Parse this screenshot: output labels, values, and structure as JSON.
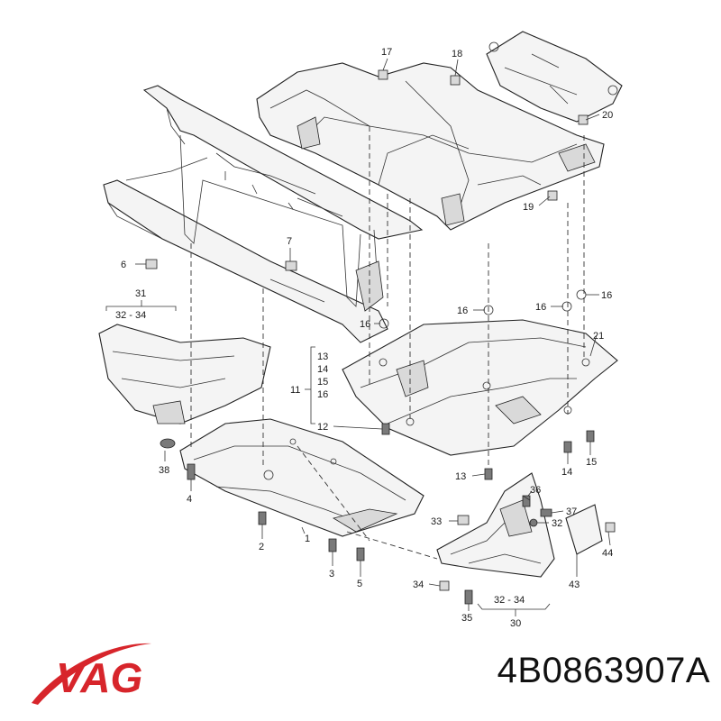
{
  "brand": {
    "logo_text": "VAG",
    "logo_color": "#d7252b"
  },
  "part_number": "4B0863907A",
  "callouts": {
    "c1": "1",
    "c2": "2",
    "c3": "3",
    "c4": "4",
    "c5": "5",
    "c6": "6",
    "c7": "7",
    "c11": "11",
    "c12": "12",
    "c13a": "13",
    "c14a": "14",
    "c15a": "15",
    "c16a": "16",
    "c13b": "13",
    "c14b": "14",
    "c15b": "15",
    "c16b": "16",
    "c16c": "16",
    "c16d": "16",
    "c16e": "16",
    "c17": "17",
    "c18": "18",
    "c19": "19",
    "c20": "20",
    "c21": "21",
    "c30": "30",
    "c31": "31",
    "c32a": "32 - 34",
    "c32b": "32 - 34",
    "c32c": "32",
    "c33": "33",
    "c34": "34",
    "c35": "35",
    "c36": "36",
    "c37": "37",
    "c38": "38",
    "c43": "43",
    "c44": "44"
  },
  "icons": {
    "logo": "vag-logo-swoosh"
  }
}
